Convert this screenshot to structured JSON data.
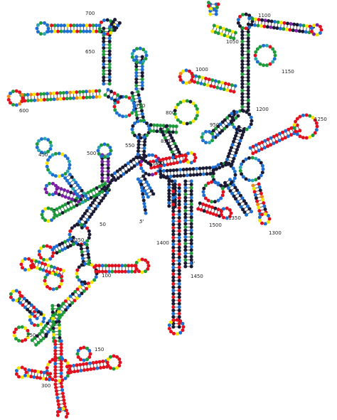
{
  "colors": {
    "black": "#1a1a33",
    "blue": "#1e6fd0",
    "green": "#1f9a3a",
    "red": "#e0101e",
    "yellow": "#f2e600",
    "purple": "#7a1fa2",
    "teal": "#2aa6b0",
    "orange": "#f08a1c"
  },
  "ends": {
    "five_prime": "5'",
    "three_prime": "3'"
  },
  "position_labels": [
    {
      "id": "l700",
      "text": "700"
    },
    {
      "id": "l650",
      "text": "650"
    },
    {
      "id": "l600",
      "text": "600"
    },
    {
      "id": "l750",
      "text": "750"
    },
    {
      "id": "l800",
      "text": "800"
    },
    {
      "id": "l850",
      "text": "850"
    },
    {
      "id": "l550",
      "text": "550"
    },
    {
      "id": "l500",
      "text": "500"
    },
    {
      "id": "l450",
      "text": "450"
    },
    {
      "id": "l900",
      "text": "900"
    },
    {
      "id": "l950",
      "text": "950"
    },
    {
      "id": "l1000",
      "text": "1000"
    },
    {
      "id": "l1050",
      "text": "1050"
    },
    {
      "id": "l1100",
      "text": "1100"
    },
    {
      "id": "l1150",
      "text": "1150"
    },
    {
      "id": "l1200",
      "text": "1200"
    },
    {
      "id": "l1250",
      "text": "1250"
    },
    {
      "id": "l1300",
      "text": "1300"
    },
    {
      "id": "l1350",
      "text": "1350"
    },
    {
      "id": "l1400",
      "text": "1400"
    },
    {
      "id": "l1450",
      "text": "1450"
    },
    {
      "id": "l1500",
      "text": "1500"
    },
    {
      "id": "l50",
      "text": "50"
    },
    {
      "id": "l350",
      "text": "350"
    },
    {
      "id": "l100",
      "text": "100"
    },
    {
      "id": "l250",
      "text": "250"
    },
    {
      "id": "l150",
      "text": "150"
    },
    {
      "id": "l300",
      "text": "300"
    }
  ]
}
